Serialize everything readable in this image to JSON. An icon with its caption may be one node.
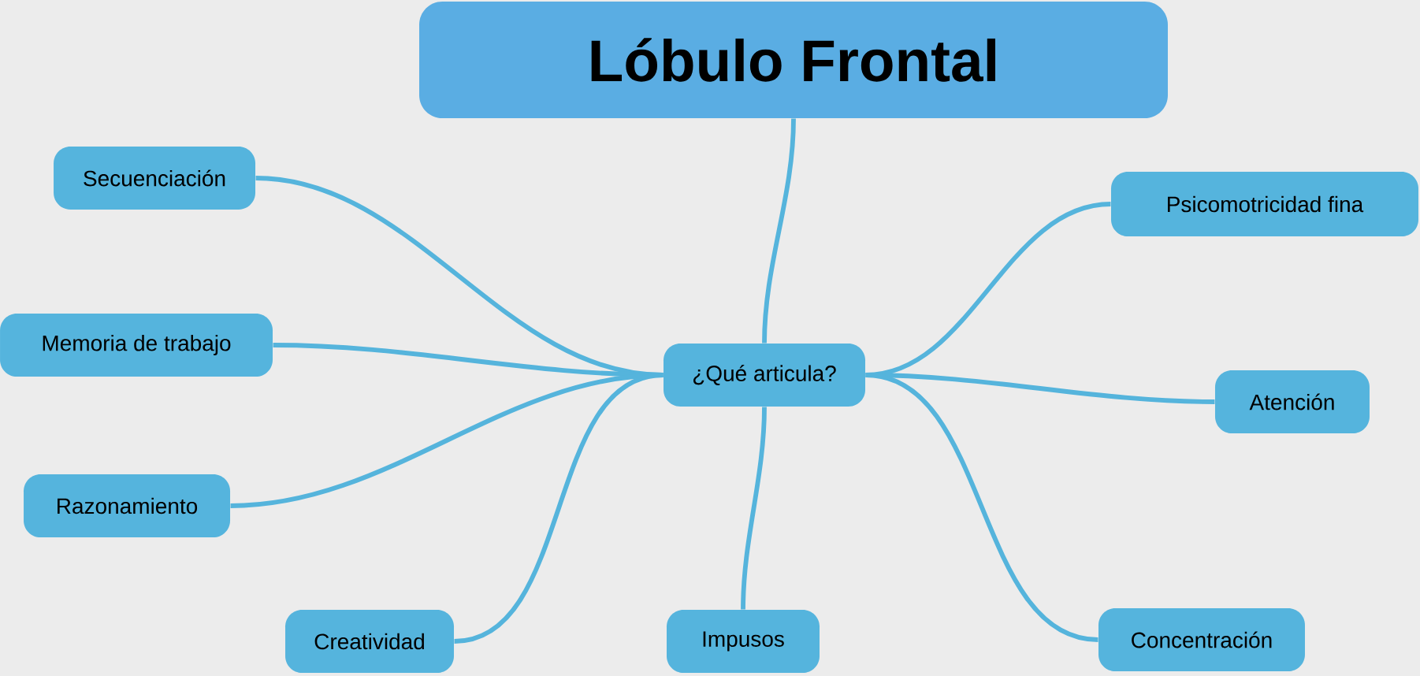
{
  "diagram": {
    "nodes": [
      {
        "text": [
          "Lóbulo Frontal"
        ]
      },
      {
        "text": [
          "¿Qué articula?"
        ]
      },
      {
        "text": [
          "Secuenciación"
        ]
      },
      {
        "text": [
          "Memoria de trabajo"
        ]
      },
      {
        "text": [
          "Razonamiento"
        ]
      },
      {
        "text": [
          "Creatividad"
        ]
      },
      {
        "text": [
          "Impusos"
        ]
      },
      {
        "text": [
          "Psicomotricidad fina"
        ]
      },
      {
        "text": [
          "Atención"
        ]
      },
      {
        "text": [
          "Concentración"
        ]
      }
    ],
    "edges": [
      {
        "from": 0,
        "to": 1,
        "arrow": "none"
      },
      {
        "from": 1,
        "to": 2,
        "arrow": "none"
      },
      {
        "from": 1,
        "to": 3,
        "arrow": "none"
      },
      {
        "from": 1,
        "to": 4,
        "arrow": "none"
      },
      {
        "from": 1,
        "to": 5,
        "arrow": "none"
      },
      {
        "from": 1,
        "to": 6,
        "arrow": "none"
      },
      {
        "from": 1,
        "to": 7,
        "arrow": "none"
      },
      {
        "from": 1,
        "to": 8,
        "arrow": "none"
      },
      {
        "from": 1,
        "to": 9,
        "arrow": "none"
      }
    ]
  }
}
